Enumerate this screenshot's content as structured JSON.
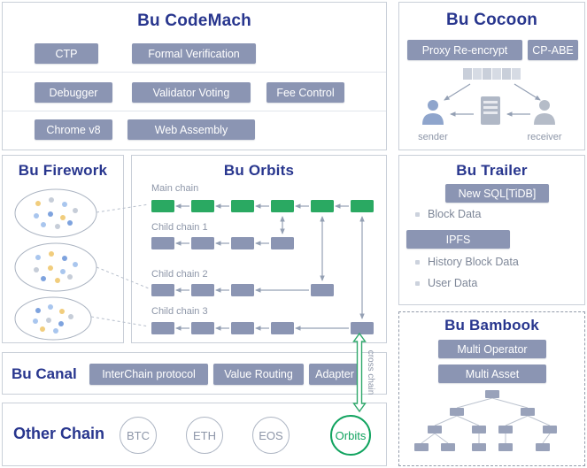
{
  "colors": {
    "title_navy": "#28368e",
    "chip_slate": "#8b95b3",
    "block_green": "#2aa962",
    "block_gray": "#8b95b3",
    "accent_green": "#11a35f",
    "arrow_gray": "#94a0b4"
  },
  "codemach": {
    "title": "Bu CodeMach",
    "rows": [
      [
        "CTP",
        "Formal Verification"
      ],
      [
        "Debugger",
        "Validator Voting",
        "Fee Control"
      ],
      [
        "Chrome v8",
        "Web Assembly"
      ]
    ]
  },
  "cocoon": {
    "title": "Bu Cocoon",
    "buttons": [
      "Proxy Re-encrypt",
      "CP-ABE"
    ],
    "sender": "sender",
    "receiver": "receiver"
  },
  "firework": {
    "title": "Bu Firework"
  },
  "orbits": {
    "title": "Bu Orbits",
    "chains": [
      "Main chain",
      "Child chain 1",
      "Child chain 2",
      "Child chain 3"
    ]
  },
  "trailer": {
    "title": "Bu Trailer",
    "newsql": "New SQL[TiDB]",
    "bullet1": "Block Data",
    "ipfs": "IPFS",
    "bullet2": "History Block Data",
    "bullet3": "User Data"
  },
  "bambook": {
    "title": "Bu Bambook",
    "buttons": [
      "Multi Operator",
      "Multi Asset"
    ]
  },
  "canal": {
    "title": "Bu Canal",
    "buttons": [
      "InterChain protocol",
      "Value Routing",
      "Adapter"
    ]
  },
  "other_chain": {
    "title": "Other Chain",
    "nodes": [
      "BTC",
      "ETH",
      "EOS",
      "Orbits"
    ]
  },
  "cross_chain": {
    "label": "cross chain"
  }
}
